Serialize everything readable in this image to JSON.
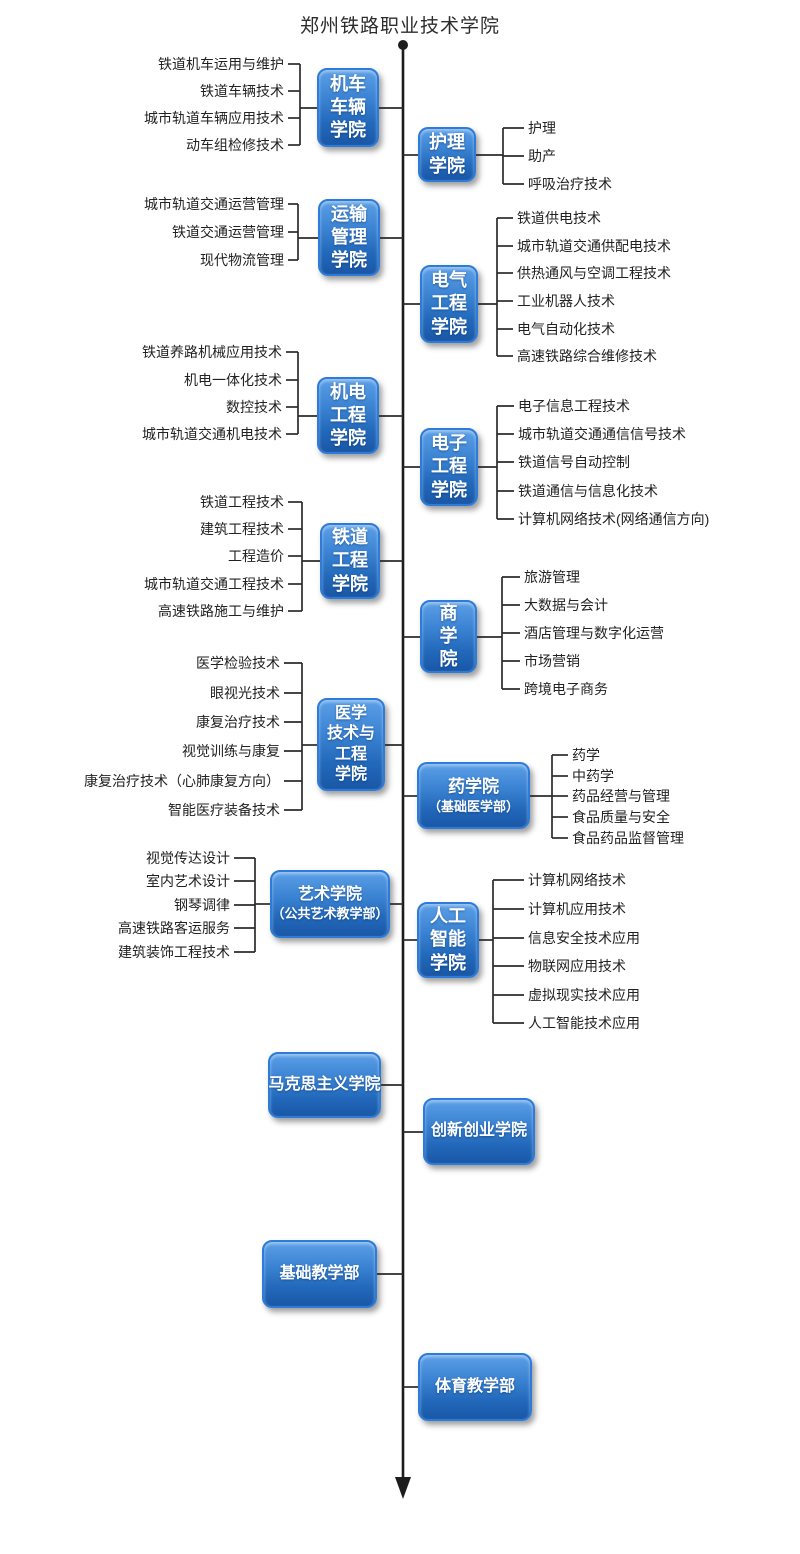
{
  "title": "郑州铁路职业技术学院",
  "colors": {
    "box_gradient_top": "#5b9fe6",
    "box_gradient_bottom": "#1a57a6",
    "box_border": "#2e7cd9",
    "box_text": "#ffffff",
    "line": "#2b2b2b",
    "label_text": "#222222",
    "background": "#ffffff"
  },
  "departments": [
    {
      "id": "locomotive",
      "name": "机车车辆学院",
      "label_lines": [
        "机车",
        "车辆",
        "学院"
      ],
      "majors": [
        "铁道机车运用与维护",
        "铁道车辆技术",
        "城市轨道车辆应用技术",
        "动车组检修技术"
      ]
    },
    {
      "id": "nursing",
      "name": "护理学院",
      "label_lines": [
        "护理",
        "学院"
      ],
      "majors": [
        "护理",
        "助产",
        "呼吸治疗技术"
      ]
    },
    {
      "id": "transport",
      "name": "运输管理学院",
      "label_lines": [
        "运输",
        "管理",
        "学院"
      ],
      "majors": [
        "城市轨道交通运营管理",
        "铁道交通运营管理",
        "现代物流管理"
      ]
    },
    {
      "id": "electrical",
      "name": "电气工程学院",
      "label_lines": [
        "电气",
        "工程",
        "学院"
      ],
      "majors": [
        "铁道供电技术",
        "城市轨道交通供配电技术",
        "供热通风与空调工程技术",
        "工业机器人技术",
        "电气自动化技术",
        "高速铁路综合维修技术"
      ]
    },
    {
      "id": "mechatronics",
      "name": "机电工程学院",
      "label_lines": [
        "机电",
        "工程",
        "学院"
      ],
      "majors": [
        "铁道养路机械应用技术",
        "机电一体化技术",
        "数控技术",
        "城市轨道交通机电技术"
      ]
    },
    {
      "id": "electronics",
      "name": "电子工程学院",
      "label_lines": [
        "电子",
        "工程",
        "学院"
      ],
      "majors": [
        "电子信息工程技术",
        "城市轨道交通通信信号技术",
        "铁道信号自动控制",
        "铁道通信与信息化技术",
        "计算机网络技术(网络通信方向)"
      ]
    },
    {
      "id": "railway_engineering",
      "name": "铁道工程学院",
      "label_lines": [
        "铁道",
        "工程",
        "学院"
      ],
      "majors": [
        "铁道工程技术",
        "建筑工程技术",
        "工程造价",
        "城市轨道交通工程技术",
        "高速铁路施工与维护"
      ]
    },
    {
      "id": "business",
      "name": "商学院",
      "label_lines": [
        "商",
        "学",
        "院"
      ],
      "majors": [
        "旅游管理",
        "大数据与会计",
        "酒店管理与数字化运营",
        "市场营销",
        "跨境电子商务"
      ]
    },
    {
      "id": "medical_tech",
      "name": "医学技术与工程学院",
      "label_lines": [
        "医学",
        "技术与",
        "工程",
        "学院"
      ],
      "majors": [
        "医学检验技术",
        "眼视光技术",
        "康复治疗技术",
        "视觉训练与康复",
        "康复治疗技术（心肺康复方向）",
        "智能医疗装备技术"
      ]
    },
    {
      "id": "pharmacy",
      "name": "药学院（基础医学部）",
      "label_lines": [
        "药学院",
        "（基础医学部）"
      ],
      "majors": [
        "药学",
        "中药学",
        "药品经营与管理",
        "食品质量与安全",
        "食品药品监督管理"
      ]
    },
    {
      "id": "arts",
      "name": "艺术学院（公共艺术教学部）",
      "label_lines": [
        "艺术学院",
        "（公共艺术教学部）"
      ],
      "majors": [
        "视觉传达设计",
        "室内艺术设计",
        "钢琴调律",
        "高速铁路客运服务",
        "建筑装饰工程技术"
      ]
    },
    {
      "id": "ai",
      "name": "人工智能学院",
      "label_lines": [
        "人工",
        "智能",
        "学院"
      ],
      "majors": [
        "计算机网络技术",
        "计算机应用技术",
        "信息安全技术应用",
        "物联网应用技术",
        "虚拟现实技术应用",
        "人工智能技术应用"
      ]
    },
    {
      "id": "marxism",
      "name": "马克思主义学院",
      "label_lines": [
        "马克思主义学院"
      ],
      "majors": []
    },
    {
      "id": "innovation",
      "name": "创新创业学院",
      "label_lines": [
        "创新创业学院"
      ],
      "majors": []
    },
    {
      "id": "basic_teaching",
      "name": "基础教学部",
      "label_lines": [
        "基础教学部"
      ],
      "majors": []
    },
    {
      "id": "pe",
      "name": "体育教学部",
      "label_lines": [
        "体育教学部"
      ],
      "majors": []
    }
  ]
}
